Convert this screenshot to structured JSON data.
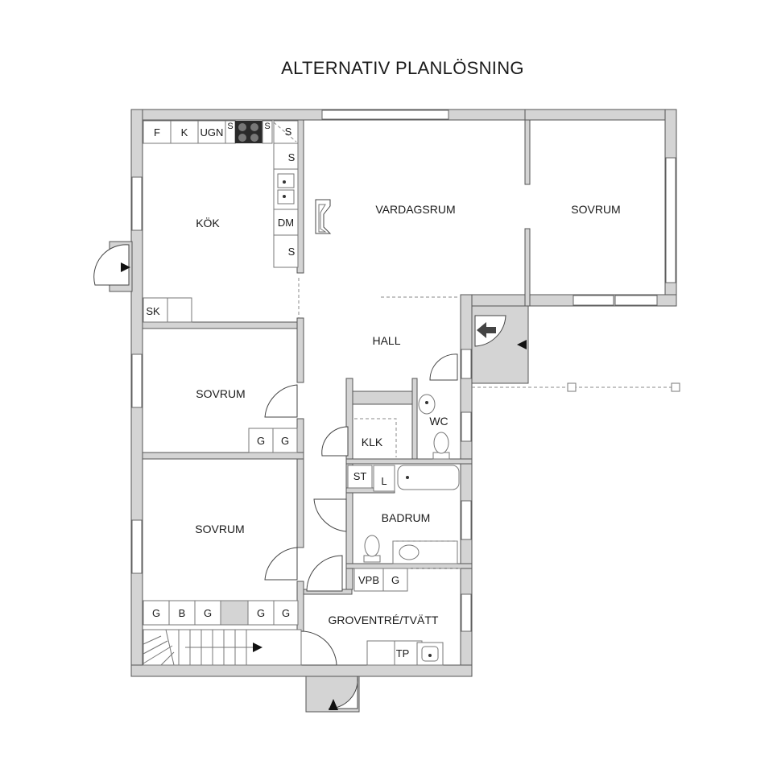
{
  "title": "ALTERNATIV PLANLÖSNING",
  "rooms": {
    "kok": "KÖK",
    "vardagsrum": "VARDAGSRUM",
    "sovrum_right": "SOVRUM",
    "sovrum_middle": "SOVRUM",
    "sovrum_lower": "SOVRUM",
    "hall": "HALL",
    "wc": "WC",
    "klk": "KLK",
    "badrum": "BADRUM",
    "groventre": "GROVENTRÉ/TVÄTT"
  },
  "fixtures": {
    "fridge": "F",
    "freezer": "K",
    "oven": "UGN",
    "s_left_stove": "S",
    "s_right_stove": "S",
    "s_corner": "S",
    "s_side_1": "S",
    "s_side_2": "S",
    "dishwasher": "DM",
    "sk": "SK",
    "st": "ST",
    "l": "L",
    "vpb": "VPB",
    "g_groventre": "G",
    "tp": "TP",
    "g_sovrum_mid_1": "G",
    "g_sovrum_mid_2": "G",
    "g_low_1": "G",
    "b_low": "B",
    "g_low_2": "G",
    "g_low_3": "G",
    "g_low_4": "G"
  }
}
